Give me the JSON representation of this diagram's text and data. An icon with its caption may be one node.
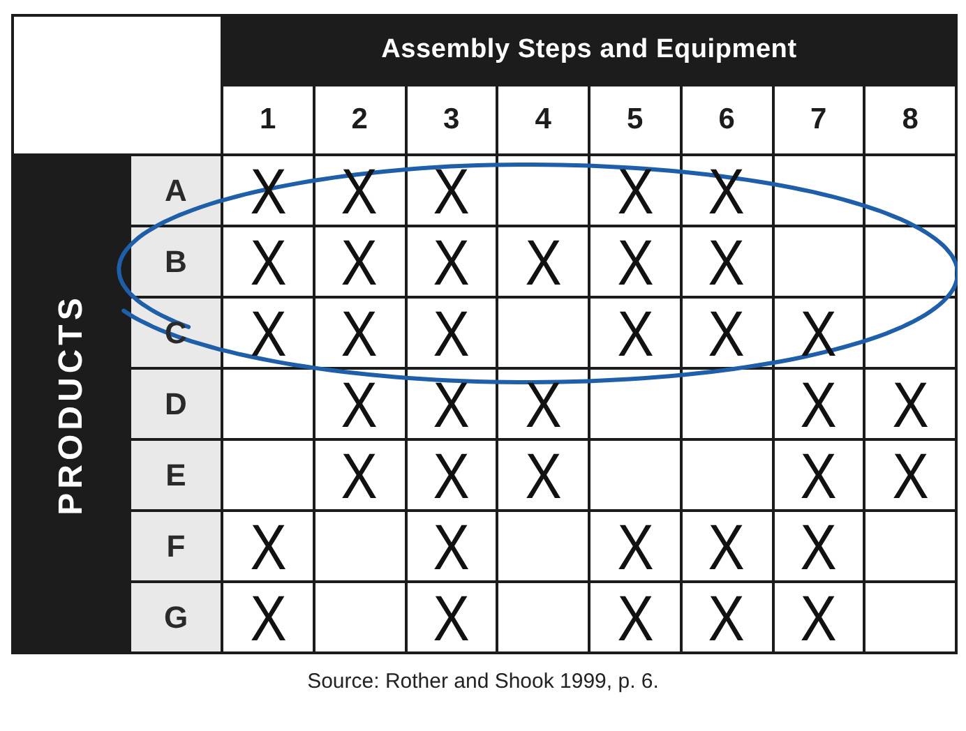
{
  "diagram": {
    "caption": "Source: Rother and Shook 1999, p. 6.",
    "labels": [
      "Assembly Steps and Equipment",
      "1",
      "2",
      "3",
      "4",
      "5",
      "6",
      "7",
      "8",
      "PRODUCTS",
      "A",
      "X",
      "X",
      "X",
      "X",
      "X",
      "B",
      "X",
      "X",
      "X",
      "X",
      "X",
      "X",
      "C",
      "X",
      "X",
      "X",
      "X",
      "X",
      "X",
      "D",
      "X",
      "X",
      "X",
      "X",
      "X",
      "E",
      "X",
      "X",
      "X",
      "X",
      "X",
      "F",
      "X",
      "X",
      "X",
      "X",
      "X",
      "G",
      "X",
      "X",
      "X",
      "X",
      "X"
    ]
  }
}
